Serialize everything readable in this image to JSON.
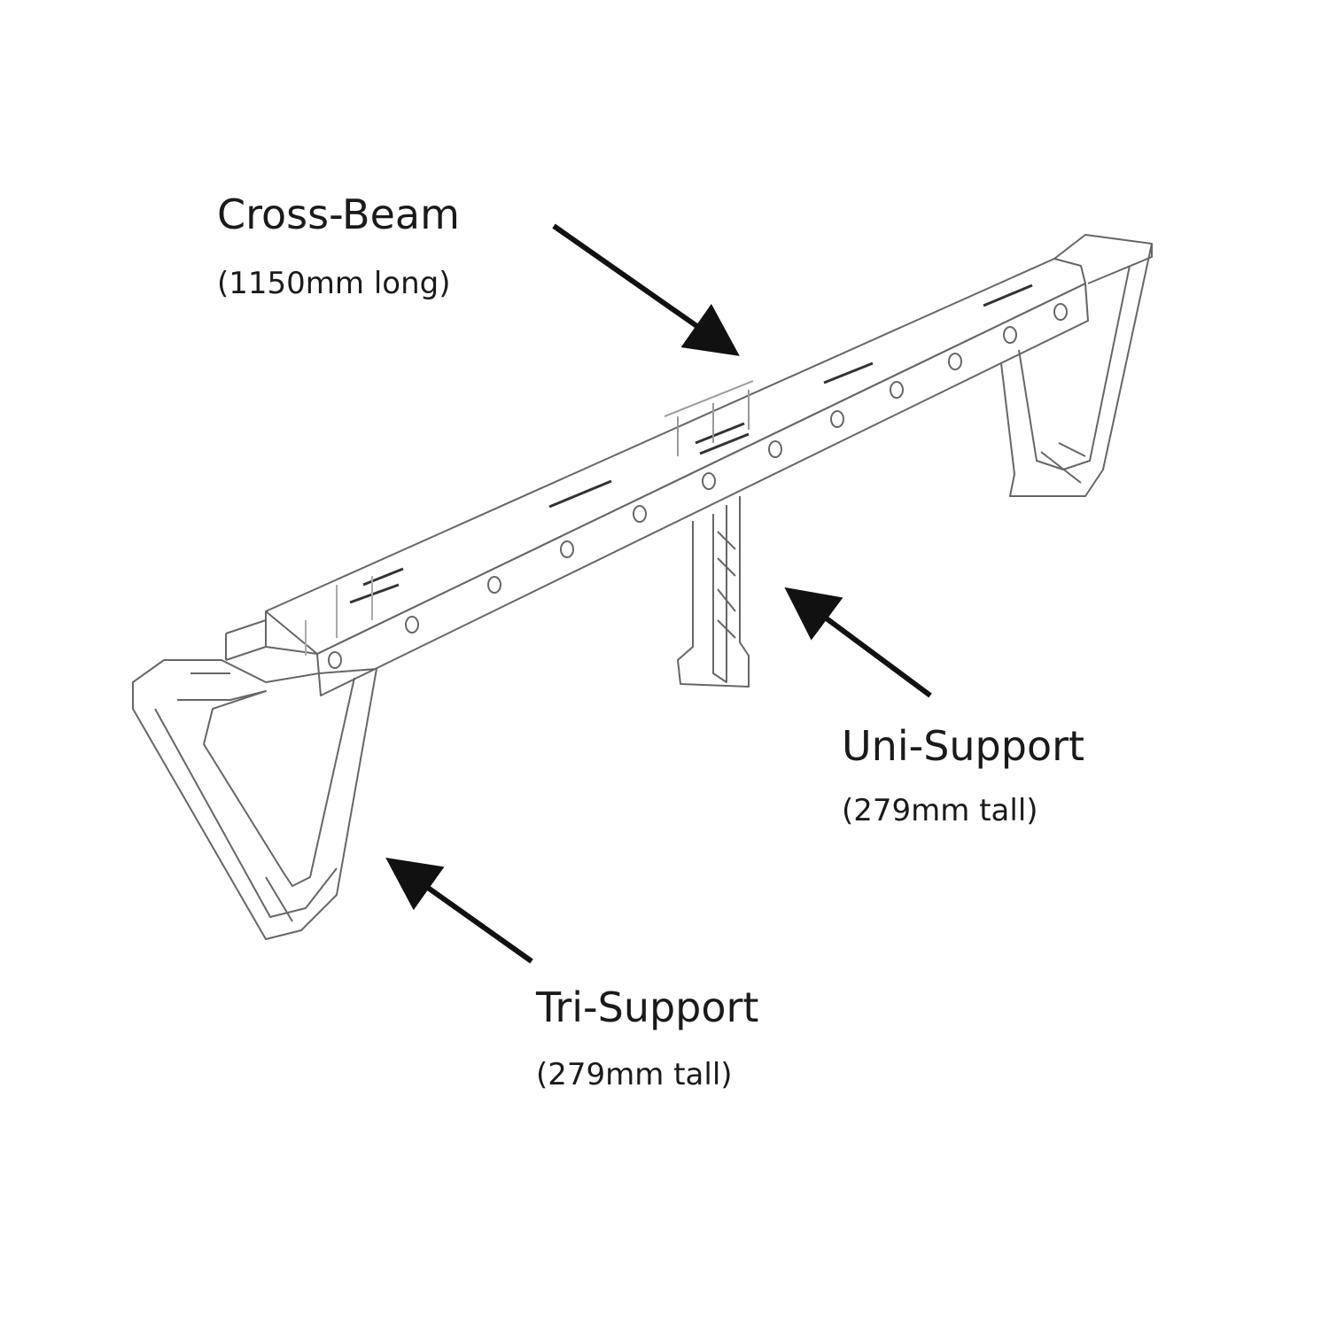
{
  "labels": {
    "cross_beam": {
      "name": "Cross-Beam",
      "detail": "(1150mm long)"
    },
    "uni_support": {
      "name": "Uni-Support",
      "detail": "(279mm tall)"
    },
    "tri_support": {
      "name": "Tri-Support",
      "detail": "(279mm tall)"
    }
  },
  "colors": {
    "line": "#555555",
    "arrow": "#111111",
    "text": "#1a1a1a"
  }
}
